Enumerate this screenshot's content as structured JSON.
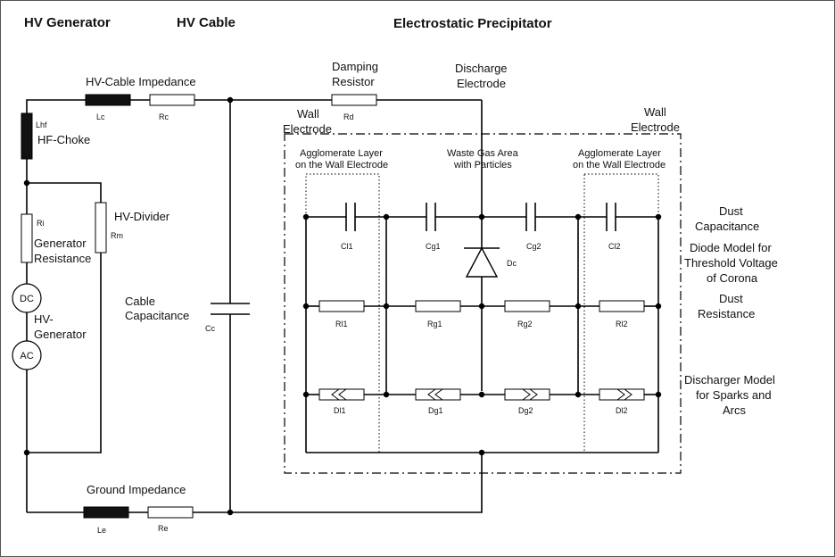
{
  "headers": {
    "hv_generator": "HV Generator",
    "hv_cable": "HV Cable",
    "precipitator": "Electrostatic Precipitator"
  },
  "labels": {
    "cable_impedance": "HV-Cable Impedance",
    "damping_1": "Damping",
    "damping_2": "Resistor",
    "discharge_1": "Discharge",
    "discharge_2": "Electrode",
    "wall_left_1": "Wall",
    "wall_left_2": "Electrode",
    "wall_right_1": "Wall",
    "wall_right_2": "Electrode",
    "hf_choke": "HF-Choke",
    "hv_divider": "HV-Divider",
    "gen_res_1": "Generator",
    "gen_res_2": "Resistance",
    "hv_gen_1": "HV-",
    "hv_gen_2": "Generator",
    "cable_cap_1": "Cable",
    "cable_cap_2": "Capacitance",
    "ground_impedance": "Ground Impedance",
    "agg_left_1": "Agglomerate Layer",
    "agg_left_2": "on the Wall Electrode",
    "agg_right_1": "Agglomerate Layer",
    "agg_right_2": "on the Wall Electrode",
    "waste_1": "Waste Gas Area",
    "waste_2": "with Particles",
    "dust_cap_1": "Dust",
    "dust_cap_2": "Capacitance",
    "diode_1": "Diode Model for",
    "diode_2": "Threshold Voltage",
    "diode_3": "of Corona",
    "dust_res_1": "Dust",
    "dust_res_2": "Resistance",
    "disch_1": "Discharger Model",
    "disch_2": "for Sparks and",
    "disch_3": "Arcs",
    "dc": "DC",
    "ac": "AC"
  },
  "components": {
    "lc": "Lc",
    "rc": "Rc",
    "rd": "Rd",
    "lhf": "Lhf",
    "ri": "Ri",
    "rm": "Rm",
    "cc": "Cc",
    "le": "Le",
    "re": "Re",
    "cl1": "Cl1",
    "cg1": "Cg1",
    "cg2": "Cg2",
    "cl2": "Cl2",
    "dc_diode": "Dc",
    "rl1": "Rl1",
    "rg1": "Rg1",
    "rg2": "Rg2",
    "rl2": "Rl2",
    "dl1": "Dl1",
    "dg1": "Dg1",
    "dg2": "Dg2",
    "dl2": "Dl2"
  }
}
